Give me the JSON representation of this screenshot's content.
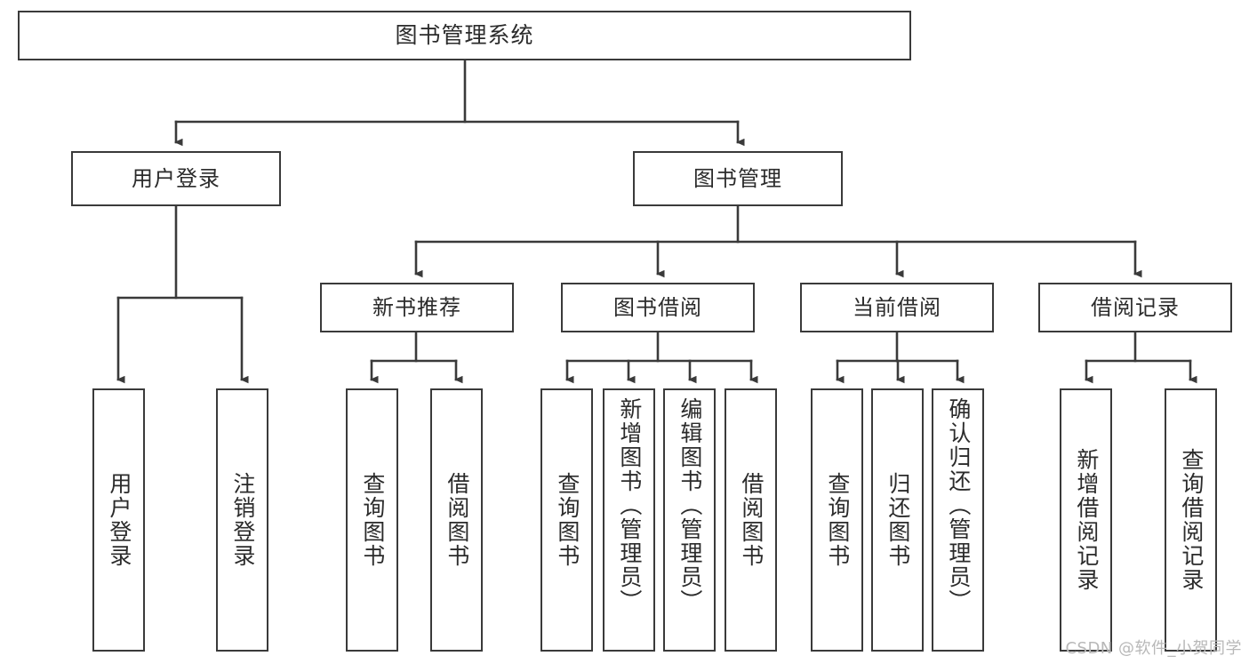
{
  "diagram": {
    "kind": "tree-structure-chart",
    "title": "图书管理系统",
    "watermark": "CSDN @软件_小贺同学",
    "colors": {
      "stroke": "#3a3a3a",
      "text": "#2b2b2b",
      "background": "#ffffff",
      "watermark": "#b8b8b8"
    },
    "root": {
      "label": "图书管理系统"
    },
    "level2": [
      {
        "label": "用户登录"
      },
      {
        "label": "图书管理"
      }
    ],
    "level3": [
      {
        "label": "新书推荐"
      },
      {
        "label": "图书借阅"
      },
      {
        "label": "当前借阅"
      },
      {
        "label": "借阅记录"
      }
    ],
    "leaves": {
      "user_login": [
        {
          "label": "用户登录"
        },
        {
          "label": "注销登录"
        }
      ],
      "new_book_recommend": [
        {
          "label": "查询图书"
        },
        {
          "label": "借阅图书"
        }
      ],
      "book_borrow": [
        {
          "label": "查询图书"
        },
        {
          "label": "新增图书（管理员）"
        },
        {
          "label": "编辑图书（管理员）"
        },
        {
          "label": "借阅图书"
        }
      ],
      "current_borrow": [
        {
          "label": "查询图书"
        },
        {
          "label": "归还图书"
        },
        {
          "label": "确认归还（管理员）"
        }
      ],
      "borrow_record": [
        {
          "label": "新增借阅记录"
        },
        {
          "label": "查询借阅记录"
        }
      ]
    }
  }
}
